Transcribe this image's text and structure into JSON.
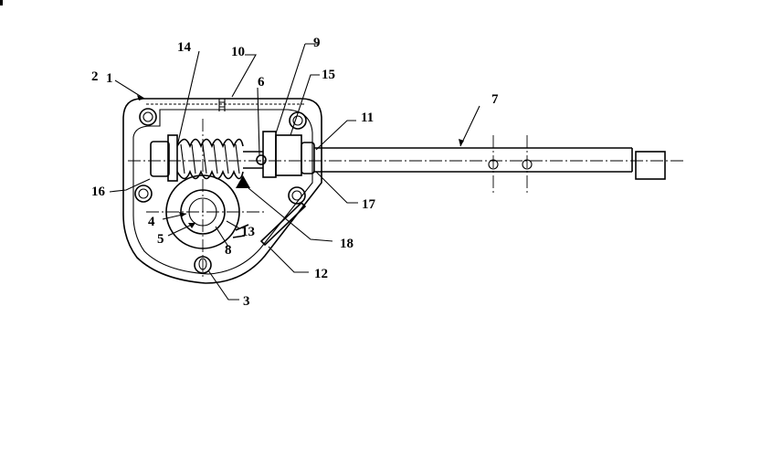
{
  "labels": {
    "l1": "1",
    "l2": "2",
    "l3": "3",
    "l4": "4",
    "l5": "5",
    "l6": "6",
    "l7": "7",
    "l8": "8",
    "l9": "9",
    "l10": "10",
    "l11": "11",
    "l12": "12",
    "l13": "13",
    "l14": "14",
    "l15": "15",
    "l16": "16",
    "l17": "17",
    "l18": "18"
  },
  "colors": {
    "ink": "#000000",
    "paper": "#ffffff"
  }
}
